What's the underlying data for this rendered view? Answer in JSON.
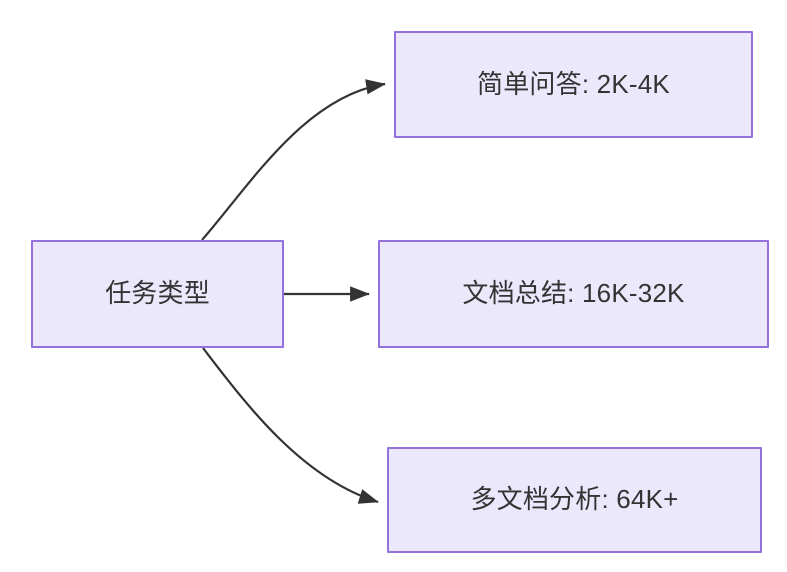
{
  "diagram": {
    "type": "flowchart",
    "direction": "left-to-right",
    "background_color": "#ffffff",
    "node_fill_color": "#ebe8fb",
    "node_border_color": "#9370db",
    "node_text_color": "#333333",
    "edge_color": "#333333",
    "nodes": [
      {
        "id": "root",
        "label": "任务类型"
      },
      {
        "id": "simple_qa",
        "label": "简单问答: 2K-4K"
      },
      {
        "id": "doc_sum",
        "label": "文档总结: 16K-32K"
      },
      {
        "id": "multi_doc",
        "label": "多文档分析: 64K+"
      }
    ],
    "edges": [
      {
        "from": "root",
        "to": "simple_qa",
        "style": "curved",
        "arrow": "arrowhead"
      },
      {
        "from": "root",
        "to": "doc_sum",
        "style": "straight",
        "arrow": "arrowhead"
      },
      {
        "from": "root",
        "to": "multi_doc",
        "style": "curved",
        "arrow": "arrowhead"
      }
    ]
  }
}
